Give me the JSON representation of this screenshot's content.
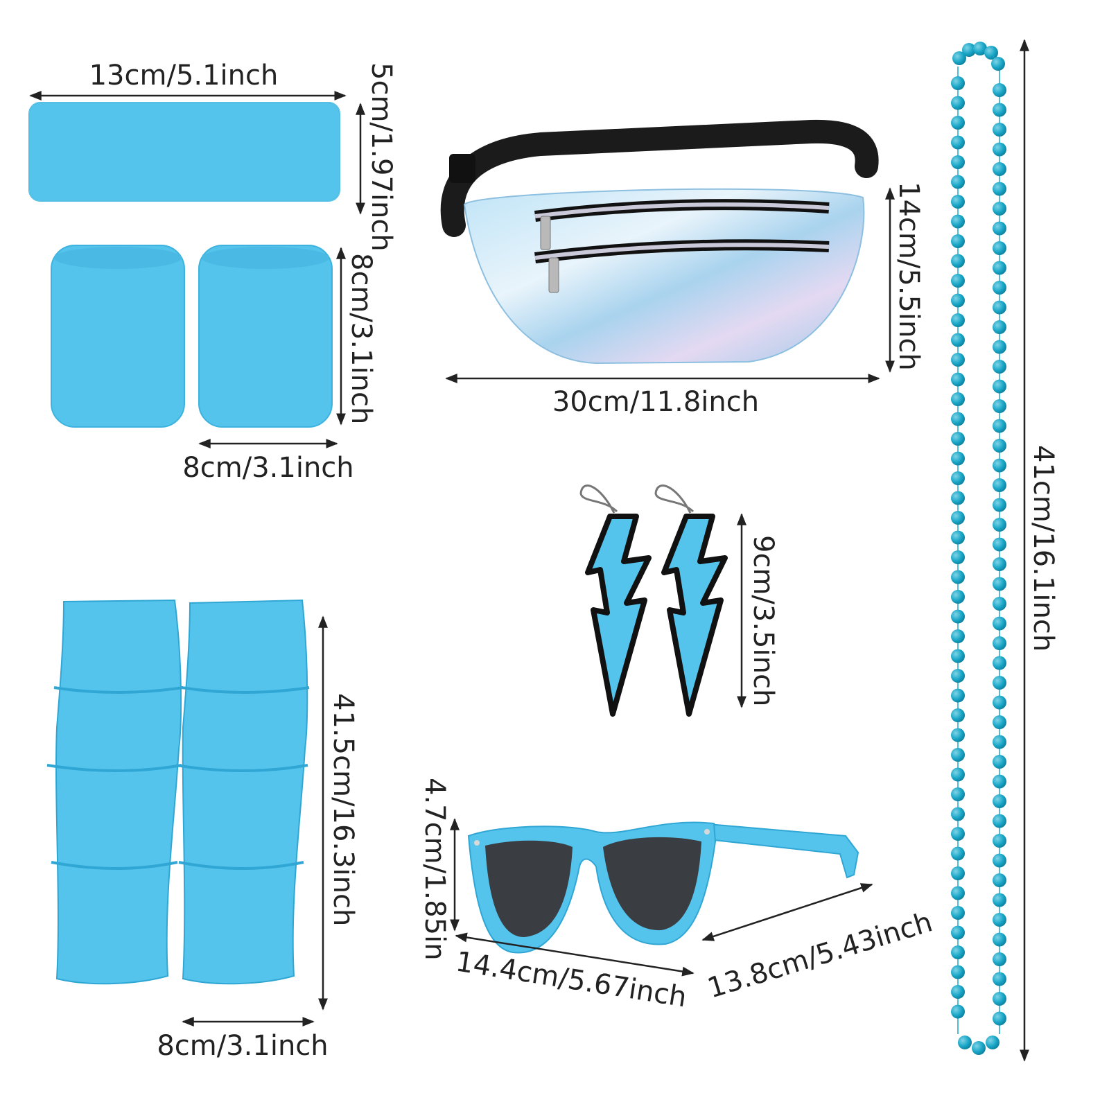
{
  "colors": {
    "accent_blue": "#55c4ec",
    "accent_blue_dark": "#2fa6d4",
    "bead_teal": "#1aa7c8",
    "strap_black": "#1b1b1b",
    "lens_grey": "#3a3d42",
    "holo_silver": "#cfe3f5"
  },
  "products": {
    "headband": {
      "width_label": "13cm/5.1inch",
      "height_label": "5cm/1.97inch"
    },
    "wristbands": {
      "width_label": "8cm/3.1inch",
      "height_label": "8cm/3.1inch"
    },
    "fanny_pack": {
      "width_label": "30cm/11.8inch",
      "height_label": "14cm/5.5inch"
    },
    "earrings": {
      "height_label": "9cm/3.5inch"
    },
    "leg_warmers": {
      "width_label": "8cm/3.1inch",
      "height_label": "41.5cm/16.3inch"
    },
    "sunglasses": {
      "height_label": "4.7cm/1.85in",
      "front_label": "14.4cm/5.67inch",
      "arm_label": "13.8cm/5.43inch"
    },
    "necklace": {
      "length_label": "41cm/16.1inch"
    }
  }
}
